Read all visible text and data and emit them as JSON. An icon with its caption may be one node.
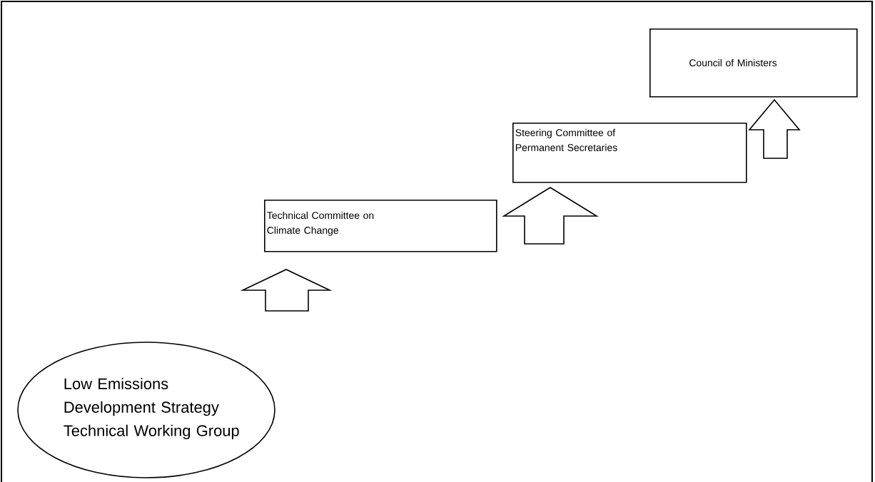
{
  "diagram": {
    "nodes": [
      {
        "text": [
          "Low Emissions Development Strategy Technical Working Group"
        ]
      },
      {
        "text": [
          "Technical Committee on Climate Change"
        ]
      },
      {
        "text": [
          "Steering Committee of Permanent Secretaries"
        ]
      },
      {
        "text": [
          "Council of Ministers"
        ]
      }
    ],
    "edges": [
      {
        "from": 0,
        "to": 1,
        "arrow": "to"
      },
      {
        "from": 1,
        "to": 2,
        "arrow": "to"
      },
      {
        "from": 2,
        "to": 3,
        "arrow": "to"
      }
    ]
  }
}
